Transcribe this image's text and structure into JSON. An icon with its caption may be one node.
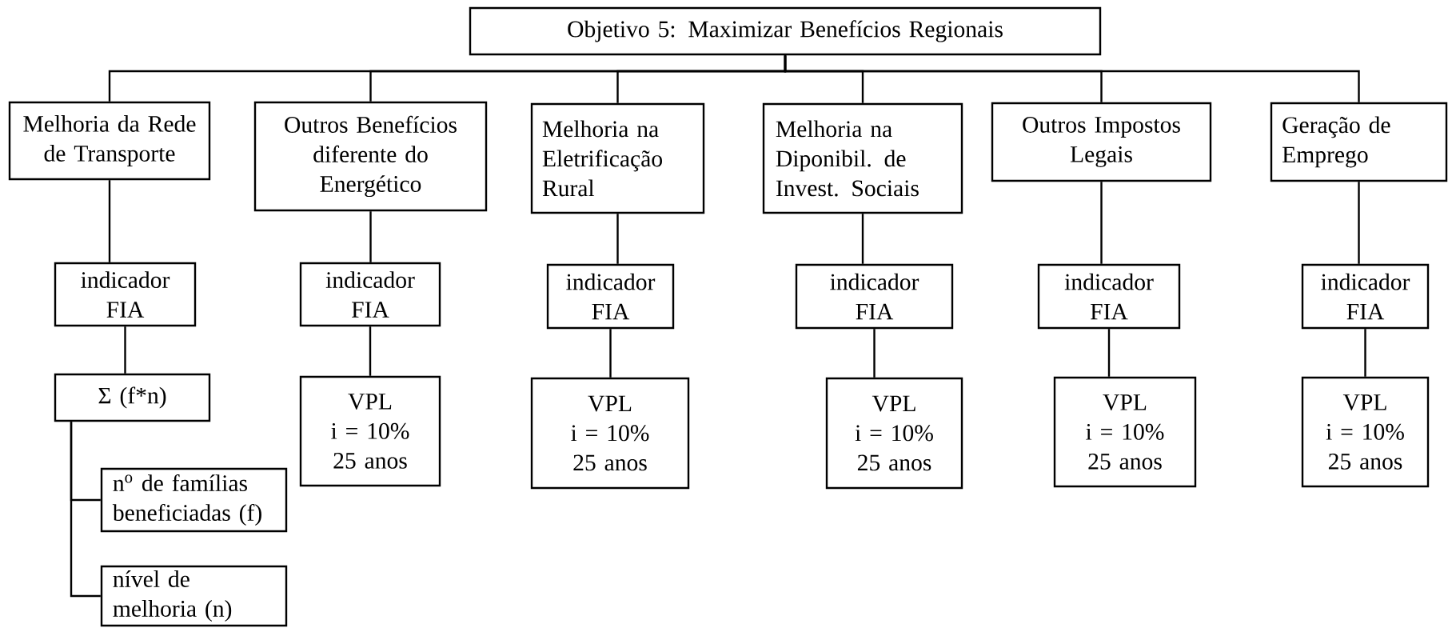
{
  "diagram": {
    "nodes": [
      {
        "text": [
          "Objetivo 5: Maximizar Benefícios Regionais"
        ]
      },
      {
        "text": [
          "Melhoria da Rede de Transporte"
        ]
      },
      {
        "text": [
          "Outros Benefícios diferente do Energético"
        ]
      },
      {
        "text": [
          "Melhoria na Eletrificação Rural"
        ]
      },
      {
        "text": [
          "Melhoria na Diponibil. de Invest. Sociais"
        ]
      },
      {
        "text": [
          "Outros Impostos Legais"
        ]
      },
      {
        "text": [
          "Geração de Emprego"
        ]
      },
      {
        "text": [
          "indicador FIA"
        ]
      },
      {
        "text": [
          "indicador FIA"
        ]
      },
      {
        "text": [
          "indicador FIA"
        ]
      },
      {
        "text": [
          "indicador FIA"
        ]
      },
      {
        "text": [
          "indicador FIA"
        ]
      },
      {
        "text": [
          "indicador FIA"
        ]
      },
      {
        "text": [
          "Σ (f*n)"
        ]
      },
      {
        "text": [
          "VPL i = 10% 25 anos"
        ]
      },
      {
        "text": [
          "VPL i = 10% 25 anos"
        ]
      },
      {
        "text": [
          "VPL i = 10% 25 anos"
        ]
      },
      {
        "text": [
          "VPL i = 10% 25 anos"
        ]
      },
      {
        "text": [
          "VPL i = 10% 25 anos"
        ]
      },
      {
        "text": [
          "n$^{o}$ de famílias beneficiadas (f)"
        ]
      },
      {
        "text": [
          "nível de melhoria (n)"
        ]
      }
    ],
    "edges": [
      {
        "from": 0,
        "to": 1,
        "arrow": "none"
      },
      {
        "from": 0,
        "to": 2,
        "arrow": "none"
      },
      {
        "from": 0,
        "to": 3,
        "arrow": "none"
      },
      {
        "from": 0,
        "to": 4,
        "arrow": "none"
      },
      {
        "from": 0,
        "to": 5,
        "arrow": "none"
      },
      {
        "from": 0,
        "to": 6,
        "arrow": "none"
      },
      {
        "from": 1,
        "to": 7,
        "arrow": "none"
      },
      {
        "from": 2,
        "to": 8,
        "arrow": "none"
      },
      {
        "from": 3,
        "to": 9,
        "arrow": "none"
      },
      {
        "from": 4,
        "to": 10,
        "arrow": "none"
      },
      {
        "from": 5,
        "to": 11,
        "arrow": "none"
      },
      {
        "from": 6,
        "to": 12,
        "arrow": "none"
      },
      {
        "from": 7,
        "to": 13,
        "arrow": "none"
      },
      {
        "from": 8,
        "to": 14,
        "arrow": "none"
      },
      {
        "from": 9,
        "to": 15,
        "arrow": "none"
      },
      {
        "from": 10,
        "to": 16,
        "arrow": "none"
      },
      {
        "from": 11,
        "to": 17,
        "arrow": "none"
      },
      {
        "from": 12,
        "to": 18,
        "arrow": "none"
      },
      {
        "from": 13,
        "to": 19,
        "arrow": "none"
      },
      {
        "from": 13,
        "to": 20,
        "arrow": "none"
      }
    ]
  }
}
